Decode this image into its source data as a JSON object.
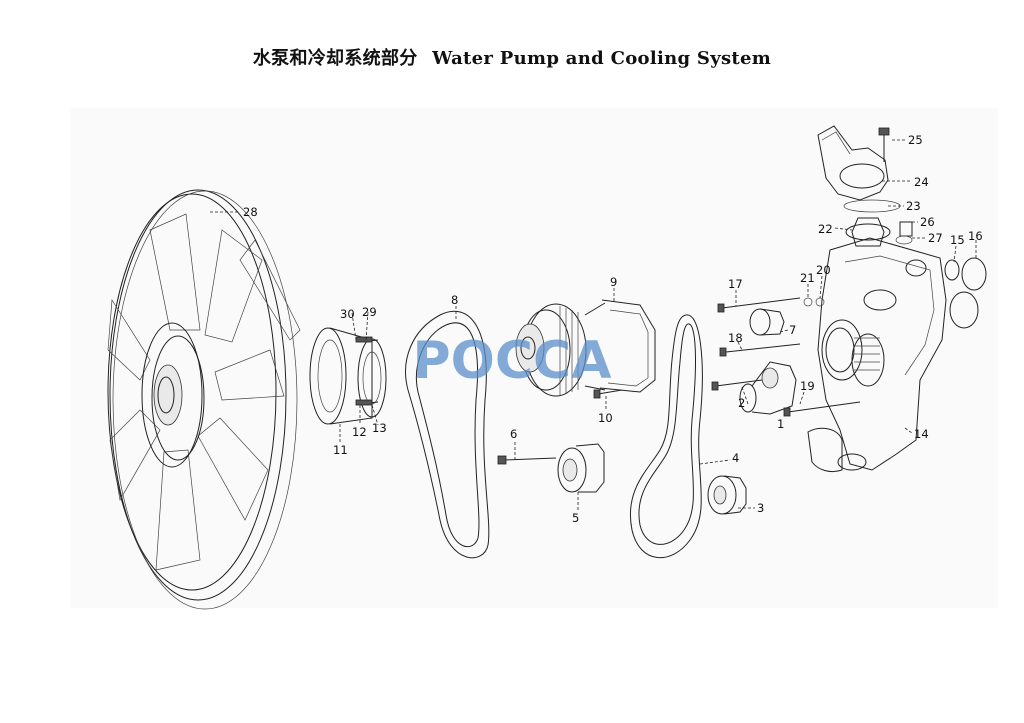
{
  "title": {
    "zh": "水泵和冷却系统部分",
    "en": "Water Pump and Cooling System"
  },
  "watermark": "POCCA",
  "colors": {
    "watermark_fill": "#5b8fc9",
    "background": "#ffffff",
    "line": "#222222"
  },
  "callouts": [
    "1",
    "2",
    "3",
    "4",
    "5",
    "6",
    "7",
    "8",
    "9",
    "10",
    "11",
    "12",
    "13",
    "14",
    "15",
    "16",
    "17",
    "18",
    "19",
    "20",
    "21",
    "22",
    "23",
    "24",
    "25",
    "26",
    "27",
    "28",
    "29",
    "30"
  ]
}
